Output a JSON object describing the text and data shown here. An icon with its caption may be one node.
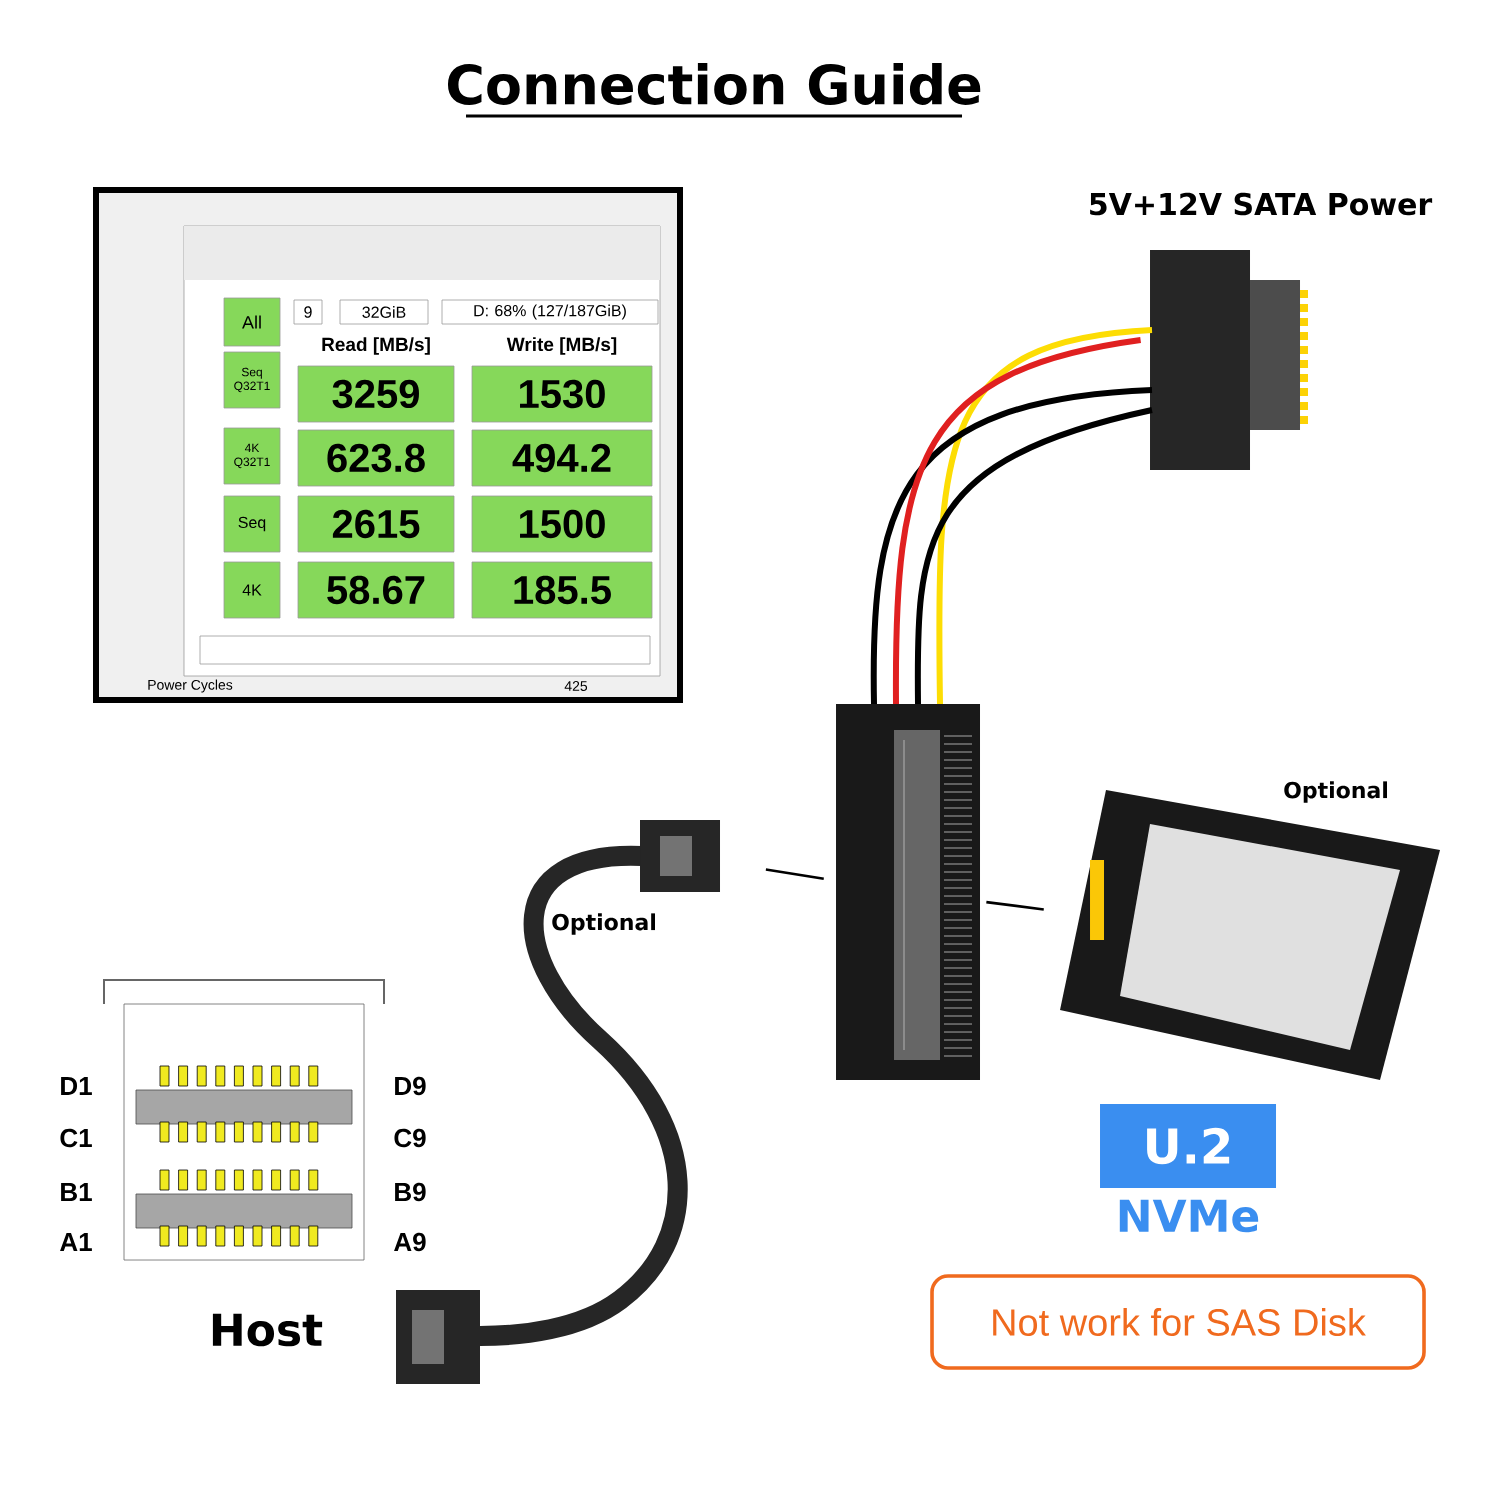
{
  "diagram": {
    "title": "Connection Guide",
    "nodes": [
      {
        "text": [],
        "shape": "picture",
        "beside": [
          "5V+12V SATA Power"
        ]
      },
      {
        "text": [],
        "shape": "picture"
      },
      {
        "text": [],
        "shape": "picture",
        "beside": [
          "Optional"
        ]
      },
      {
        "text": [],
        "shape": "picture",
        "beside": [
          "Optional"
        ]
      },
      {
        "text": [
          "U.2"
        ]
      },
      {
        "text": [
          "Not work for SAS Disk"
        ]
      }
    ],
    "edges": [
      {
        "from": 0,
        "to": 1,
        "arrow": "none",
        "style": "thick",
        "color": "#e02020"
      },
      {
        "from": 2,
        "to": 1,
        "arrow": "none"
      },
      {
        "from": 1,
        "to": 3,
        "arrow": "none"
      }
    ],
    "labels": [
      "All",
      "9",
      "32GiB",
      "D: 68% (127/187GiB)",
      "Read [MB/s]",
      "Write [MB/s]",
      "Seq Q32T1",
      "3259",
      "1530",
      "4K Q32T1",
      "623.8",
      "494.2",
      "Seq",
      "2615",
      "1500",
      "4K",
      "58.67",
      "185.5",
      "Power Cycles",
      "425",
      "D1",
      "D9",
      "C1",
      "C9",
      "B1",
      "B9",
      "A1",
      "A9",
      "Host",
      "NVMe"
    ]
  }
}
